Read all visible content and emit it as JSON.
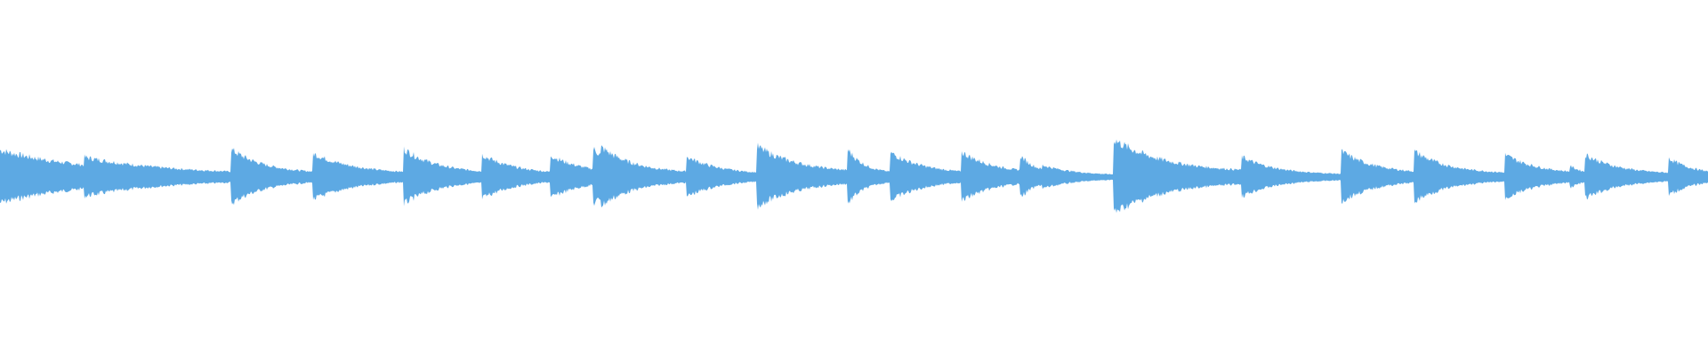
{
  "waveform": {
    "color": "#5DA9E3",
    "background": "#FFFFFF",
    "hits": [
      {
        "t": 0.0,
        "amp": 0.67,
        "decay": 0.05
      },
      {
        "t": 0.049,
        "amp": 0.5,
        "decay": 0.05
      },
      {
        "t": 0.135,
        "amp": 0.7,
        "decay": 0.02
      },
      {
        "t": 0.183,
        "amp": 0.59,
        "decay": 0.025
      },
      {
        "t": 0.236,
        "amp": 0.71,
        "decay": 0.02
      },
      {
        "t": 0.282,
        "amp": 0.56,
        "decay": 0.02
      },
      {
        "t": 0.322,
        "amp": 0.55,
        "decay": 0.02
      },
      {
        "t": 0.347,
        "amp": 0.72,
        "decay": 0.015
      },
      {
        "t": 0.352,
        "amp": 0.74,
        "decay": 0.02
      },
      {
        "t": 0.402,
        "amp": 0.51,
        "decay": 0.02
      },
      {
        "t": 0.443,
        "amp": 0.77,
        "decay": 0.025
      },
      {
        "t": 0.496,
        "amp": 0.71,
        "decay": 0.01
      },
      {
        "t": 0.521,
        "amp": 0.62,
        "decay": 0.02
      },
      {
        "t": 0.563,
        "amp": 0.62,
        "decay": 0.02
      },
      {
        "t": 0.597,
        "amp": 0.55,
        "decay": 0.01
      },
      {
        "t": 0.61,
        "amp": 0.3,
        "decay": 0.02
      },
      {
        "t": 0.652,
        "amp": 0.94,
        "decay": 0.03
      },
      {
        "t": 0.727,
        "amp": 0.5,
        "decay": 0.02
      },
      {
        "t": 0.785,
        "amp": 0.65,
        "decay": 0.02
      },
      {
        "t": 0.828,
        "amp": 0.64,
        "decay": 0.02
      },
      {
        "t": 0.881,
        "amp": 0.56,
        "decay": 0.02
      },
      {
        "t": 0.919,
        "amp": 0.28,
        "decay": 0.01
      },
      {
        "t": 0.928,
        "amp": 0.56,
        "decay": 0.02
      },
      {
        "t": 0.977,
        "amp": 0.47,
        "decay": 0.015
      }
    ]
  }
}
